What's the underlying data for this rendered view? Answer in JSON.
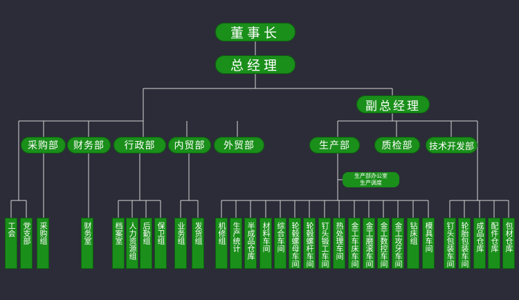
{
  "colors": {
    "background": "#2b2c38",
    "box": "#1a8f1a",
    "line": "#d8d8d8",
    "text": "#ffffff"
  },
  "executives": {
    "chairman": "董事长",
    "general_manager": "总经理",
    "deputy_general_manager": "副总经理"
  },
  "departments": {
    "procurement": "采购部",
    "finance": "财务部",
    "administration": "行政部",
    "domestic_trade": "内贸部",
    "foreign_trade": "外贸部",
    "production": "生产部",
    "quality": "质检部",
    "technology": "技术开发部"
  },
  "production_office": {
    "line1": "生产部办公室",
    "line2": "生产调度"
  },
  "units": {
    "procurement": [
      "工会",
      "党支部",
      "采购组"
    ],
    "finance": [
      "财务室"
    ],
    "administration": [
      "档案室",
      "人力资源组",
      "后勤组",
      "保卫组"
    ],
    "domestic_trade": [
      "业务组",
      "发货组"
    ],
    "production": [
      "机修组",
      "生产统计",
      "半成品仓库",
      "材料车间",
      "综合车间",
      "轮毂螺母车间",
      "轮毂螺杆车间",
      "钉头锻工车间",
      "热处理车间",
      "金工车床车间",
      "金工磨滚车间",
      "金工数控车间",
      "金工攻牙车间",
      "钻床组",
      "模具车间"
    ],
    "technology": [
      "钉头包装车间",
      "轮胎包装车间",
      "成品仓库",
      "配件仓库",
      "包材仓库"
    ]
  }
}
